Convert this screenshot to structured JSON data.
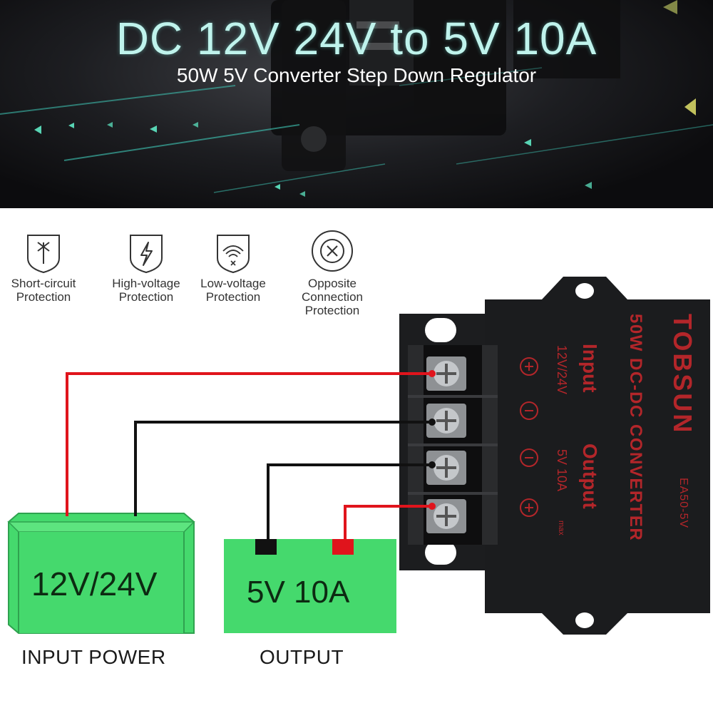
{
  "banner": {
    "title": "DC 12V 24V to 5V 10A",
    "subtitle": "50W 5V  Converter Step Down Regulator"
  },
  "features": [
    {
      "icon": "short-circuit-icon",
      "label": "Short-circuit\nProtection"
    },
    {
      "icon": "high-voltage-icon",
      "label": "High-voltage\nProtection"
    },
    {
      "icon": "low-voltage-icon",
      "label": "Low-voltage\nProtection"
    },
    {
      "icon": "opposite-connection-icon",
      "label": "Opposite\nConnection\nProtection"
    }
  ],
  "converter": {
    "brand": "TOBSUN",
    "model_line": "50W DC-DC CONVERTER",
    "model": "EA50-5V",
    "input_label": "Input",
    "input_rating": "12V/24V",
    "output_label": "Output",
    "output_rating": "5V 10A",
    "output_max": "max"
  },
  "input_block": {
    "value": "12V/24V",
    "caption": "INPUT POWER"
  },
  "output_block": {
    "value": "5V 10A",
    "caption": "OUTPUT"
  },
  "colors": {
    "battery_green": "#45d96d",
    "wire_red": "#e0141c",
    "wire_black": "#111111",
    "converter_body": "#1b1c1e",
    "converter_text": "#b3262a"
  }
}
